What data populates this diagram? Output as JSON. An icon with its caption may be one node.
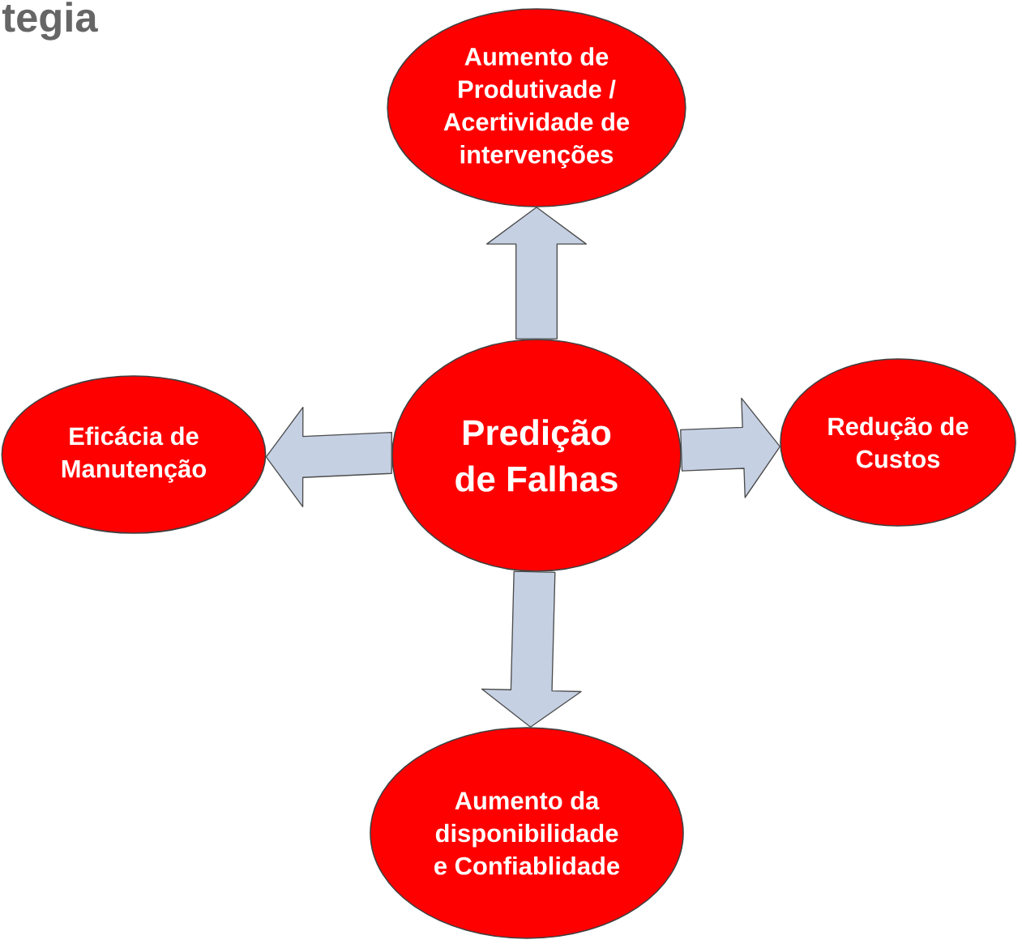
{
  "diagram": {
    "title": "tegia",
    "nodes": [
      {
        "text": [
          "Predição de Falhas"
        ]
      },
      {
        "text": [
          "Aumento de Produtivade / Acertividade de intervenções"
        ]
      },
      {
        "text": [
          "Eficácia de Manutenção"
        ]
      },
      {
        "text": [
          "Redução de Custos"
        ]
      },
      {
        "text": [
          "Aumento da disponibilidade e Confiablidade"
        ]
      }
    ],
    "edges": [
      {
        "from": 0,
        "to": 1,
        "arrow": "to"
      },
      {
        "from": 0,
        "to": 2,
        "arrow": "to"
      },
      {
        "from": 0,
        "to": 3,
        "arrow": "to"
      },
      {
        "from": 0,
        "to": 4,
        "arrow": "to"
      }
    ]
  }
}
